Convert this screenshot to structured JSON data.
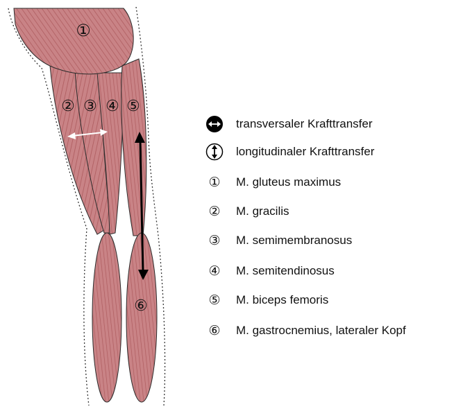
{
  "muscle_color": "#c47d80",
  "muscle_stripe_color": "#a95659",
  "muscle_outline_color": "#2b2b2b",
  "muscle_labels": [
    "①",
    "②",
    "③",
    "④",
    "⑤",
    "⑥"
  ],
  "legend": {
    "transversal": "transversaler Krafttransfer",
    "longitudinal": "longitudinaler Krafttransfer",
    "items": [
      {
        "num": "①",
        "label": "M. gluteus maximus"
      },
      {
        "num": "②",
        "label": "M. gracilis"
      },
      {
        "num": "③",
        "label": "M. semimembranosus"
      },
      {
        "num": "④",
        "label": "M. semitendinosus"
      },
      {
        "num": "⑤",
        "label": "M. biceps femoris"
      },
      {
        "num": "⑥",
        "label": "M. gastrocnemius, lateraler Kopf"
      }
    ]
  }
}
